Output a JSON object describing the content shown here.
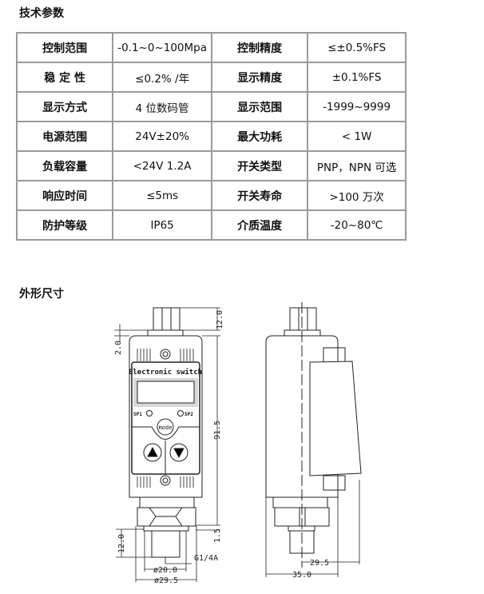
{
  "sections": {
    "specs_title": "技术参数",
    "dims_title": "外形尺寸"
  },
  "specs": [
    [
      "控制范围",
      "-0.1~0~100Mpa",
      "控制精度",
      "≤±0.5%FS"
    ],
    [
      "稳 定 性",
      "≤0.2% /年",
      "显示精度",
      "±0.1%FS"
    ],
    [
      "显示方式",
      "4 位数码管",
      "显示范围",
      "-1999~9999"
    ],
    [
      "电源范围",
      "24V±20%",
      "最大功耗",
      "< 1W"
    ],
    [
      "负载容量",
      "<24V 1.2A",
      "开关类型",
      "PNP，NPN  可选"
    ],
    [
      "响应时间",
      "≤5ms",
      "开关寿命",
      ">100 万次"
    ],
    [
      "防护等级",
      "IP65",
      "介质温度",
      "-20~80℃"
    ]
  ],
  "drawing": {
    "panel_label": "Electronic switch",
    "sp1": "SP1",
    "sp2": "SP2",
    "mode": "mode",
    "dims": {
      "top": "12.0",
      "gap": "2.0",
      "height": "91.5",
      "thread_gap": "1.5",
      "thread_len": "12.0",
      "thread": "G1/4A",
      "d1": "ø20.0",
      "d2": "ø29.5",
      "side_w1": "29.5",
      "side_w2": "35.0"
    }
  }
}
